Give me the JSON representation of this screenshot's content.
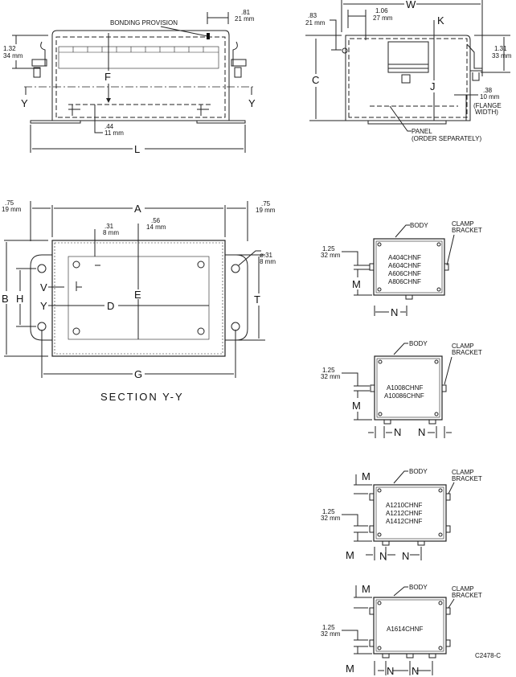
{
  "side_view": {
    "bonding_provision": "BONDING PROVISION",
    "dim_81_in": ".81",
    "dim_81_mm": "21 mm",
    "dim_132_in": "1.32",
    "dim_132_mm": "34 mm",
    "dim_44_in": ".44",
    "dim_44_mm": "11 mm",
    "label_f": "F",
    "label_l": "L",
    "section_y": "Y"
  },
  "end_view": {
    "label_w": "W",
    "label_c": "C",
    "label_k": "K",
    "label_j": "J",
    "dim_83_in": ".83",
    "dim_83_mm": "21 mm",
    "dim_106_in": "1.06",
    "dim_106_mm": "27 mm",
    "dim_131_in": "1.31",
    "dim_131_mm": "33 mm",
    "dim_38_in": ".38",
    "dim_38_mm": "10 mm",
    "flange_1": "(FLANGE",
    "flange_2": "WIDTH)",
    "panel_1": "PANEL",
    "panel_2": "(ORDER SEPARATELY)"
  },
  "section": {
    "title": "SECTION Y-Y",
    "label_a": "A",
    "label_b": "B",
    "label_h": "H",
    "label_v": "V",
    "label_y": "Y",
    "label_d": "D",
    "label_e": "E",
    "label_t": "T",
    "label_g": "G",
    "dim_75_in": ".75",
    "dim_75_mm": "19 mm",
    "dim_31_in": ".31",
    "dim_31_mm": "8 mm",
    "dim_56_in": ".56",
    "dim_56_mm": "14 mm",
    "dia_in": "ø.31",
    "dia_mm": "8 mm"
  },
  "common": {
    "body": "BODY",
    "clamp_1": "CLAMP",
    "clamp_2": "BRACKET",
    "dim_125_in": "1.25",
    "dim_125_mm": "32 mm",
    "label_m": "M",
    "label_n": "N"
  },
  "models": [
    {
      "parts": [
        "A404CHNF",
        "A604CHNF",
        "A606CHNF",
        "A806CHNF"
      ]
    },
    {
      "parts": [
        "A1008CHNF",
        "A10086CHNF"
      ]
    },
    {
      "parts": [
        "A1210CHNF",
        "A1212CHNF",
        "A1412CHNF"
      ]
    },
    {
      "parts": [
        "A1614CHNF"
      ]
    }
  ],
  "drawing_number": "C2478-C"
}
